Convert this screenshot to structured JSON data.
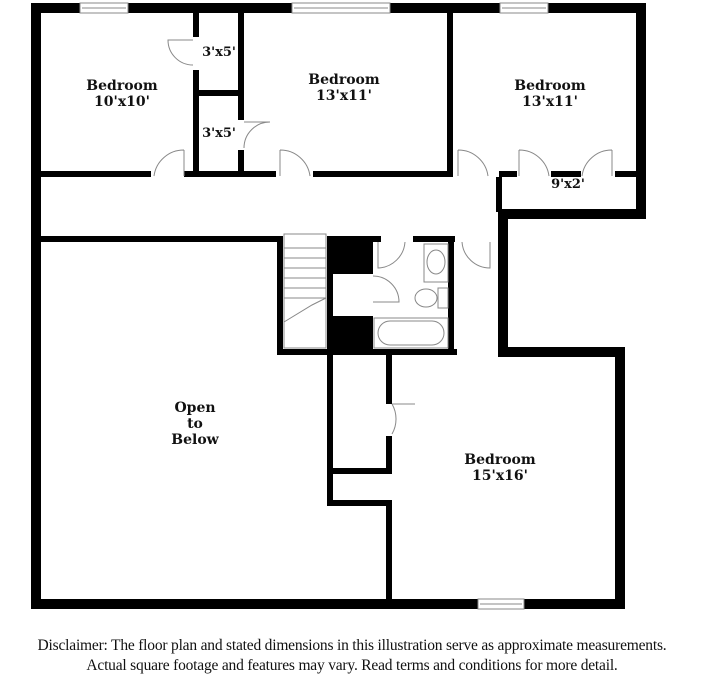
{
  "floor_plan": {
    "rooms": [
      {
        "id": "bedroom-1",
        "name": "Bedroom",
        "dims": "10'x10'"
      },
      {
        "id": "closet-1",
        "name": "",
        "dims": "3'x5'"
      },
      {
        "id": "closet-2",
        "name": "",
        "dims": "3'x5'"
      },
      {
        "id": "bedroom-2",
        "name": "Bedroom",
        "dims": "13'x11'"
      },
      {
        "id": "bedroom-3",
        "name": "Bedroom",
        "dims": "13'x11'"
      },
      {
        "id": "closet-3",
        "name": "",
        "dims": "9'x2'"
      },
      {
        "id": "open-to-below",
        "name": "Open\nto\nBelow",
        "line1": "Open",
        "line2": "to",
        "line3": "Below"
      },
      {
        "id": "bedroom-4",
        "name": "Bedroom",
        "dims": "15'x16'"
      }
    ],
    "colors": {
      "wall": "#000000",
      "background": "#ffffff",
      "fixture_line": "#888888"
    }
  },
  "disclaimer": {
    "line1": "Disclaimer: The floor plan and stated dimensions in this illustration serve as approximate measurements.",
    "line2": "Actual square footage and features may vary. Read terms and conditions for more detail."
  }
}
